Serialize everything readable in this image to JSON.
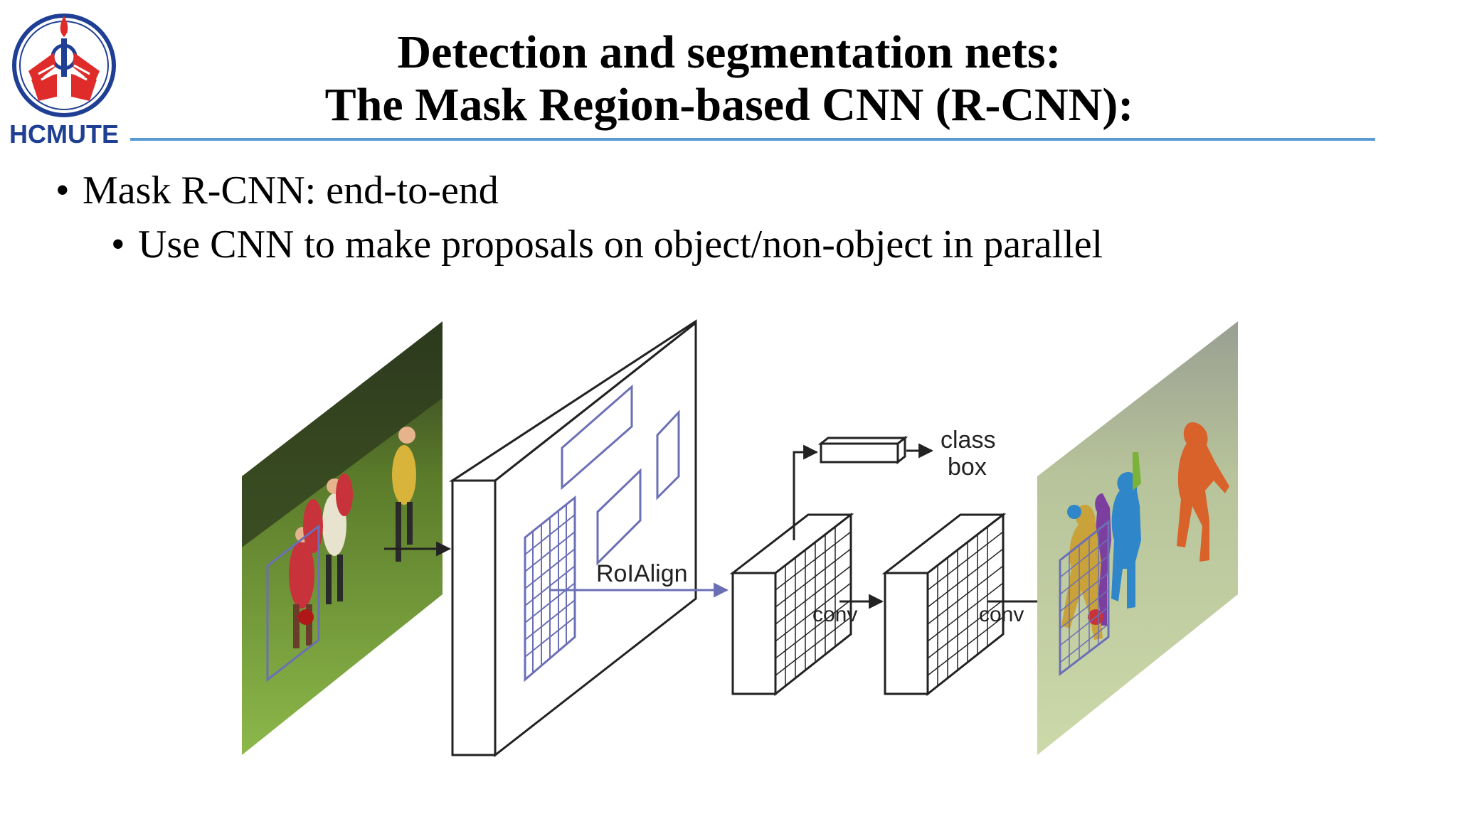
{
  "logo": {
    "text": "HCMUTE",
    "colors": {
      "primary": "#1f3f94",
      "accent": "#e02b2b"
    }
  },
  "title": {
    "line1": "Detection and segmentation nets:",
    "line2": "The Mask Region-based CNN (R-CNN):"
  },
  "bullets": [
    {
      "text": "Mask R-CNN: end-to-end"
    },
    {
      "text": "Use CNN to make proposals on object/non-object in parallel"
    }
  ],
  "diagram": {
    "labels": {
      "roialign": "RoIAlign",
      "class": "class",
      "box": "box",
      "conv1": "conv",
      "conv2": "conv"
    },
    "colors": {
      "rule": "#5b9bd5",
      "proposal": "#6b6fb5",
      "outline": "#222222",
      "field": "#5f8a2e",
      "mask_orange": "#d9622b",
      "mask_blue": "#2f86c8",
      "mask_green": "#7ab23a",
      "mask_purple": "#7c3fa0",
      "mask_gold": "#c9a23a",
      "mask_red": "#c8323a"
    }
  }
}
